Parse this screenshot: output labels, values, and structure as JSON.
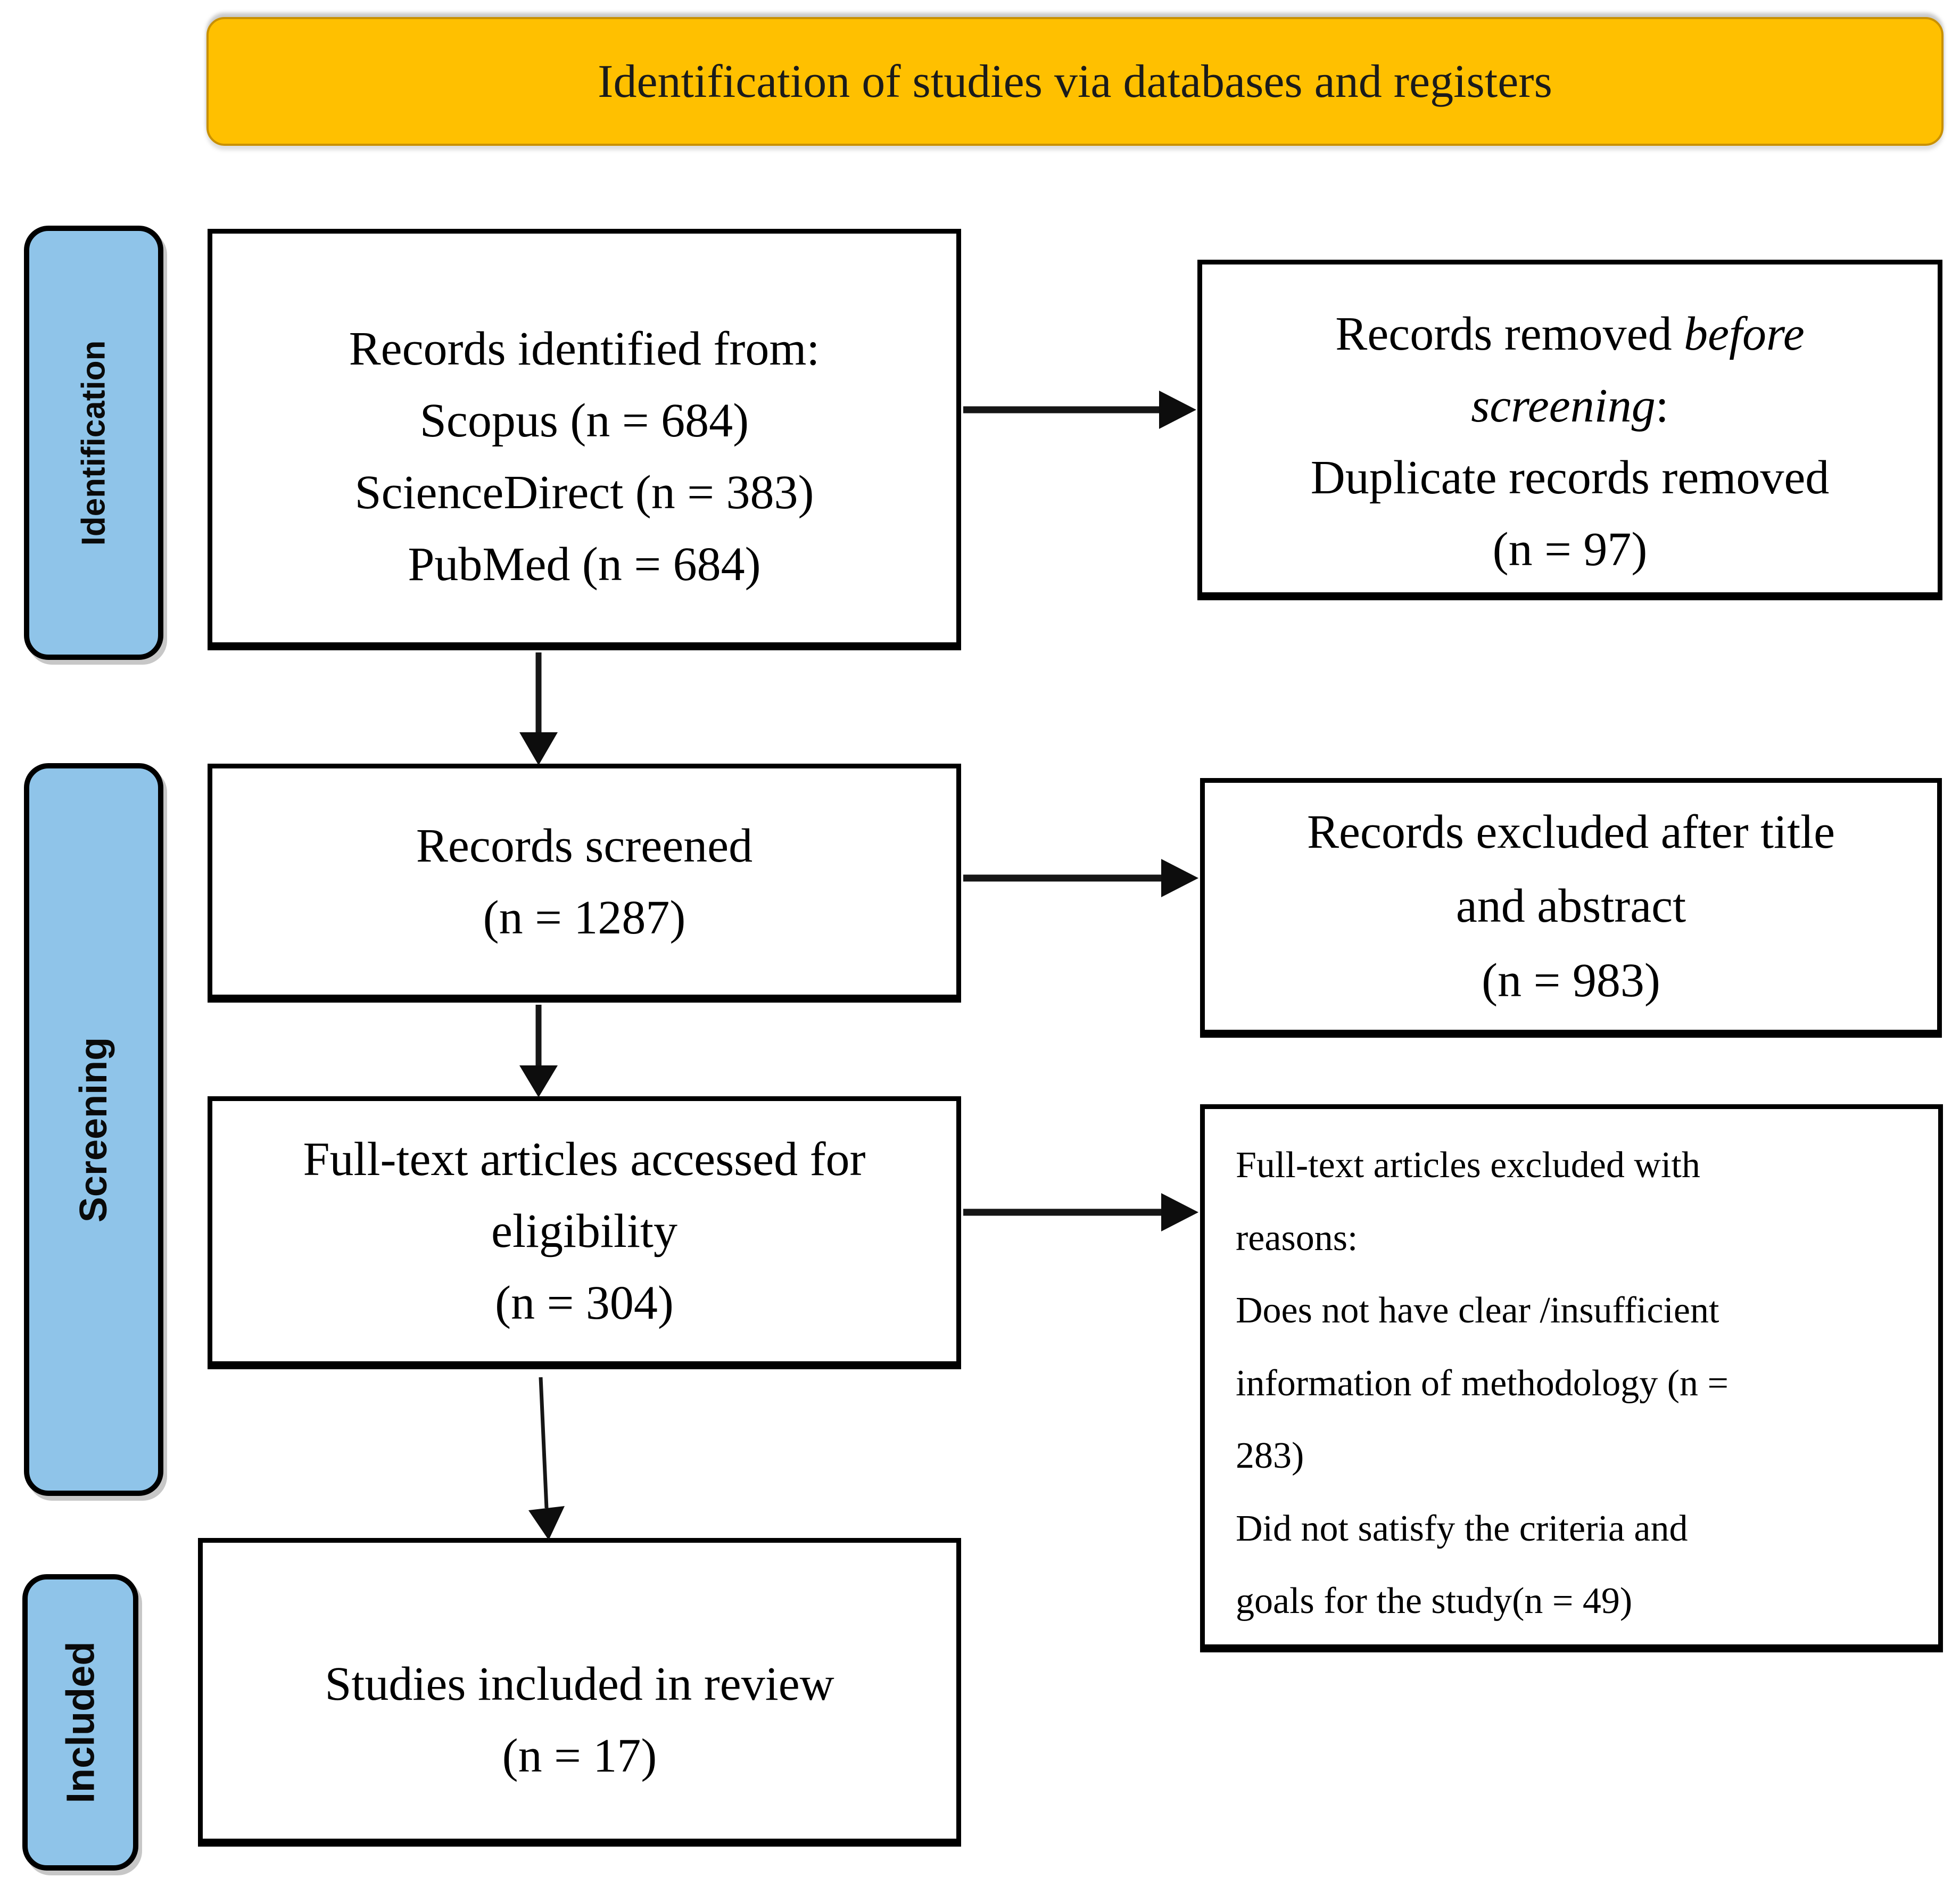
{
  "banner": {
    "title": "Identification of studies via databases and registers"
  },
  "sidebar": [
    {
      "label": "Identification"
    },
    {
      "label": "Screening"
    },
    {
      "label": "Included"
    }
  ],
  "boxes": {
    "records_identified": {
      "lines": [
        "Records identified from:",
        "Scopus (n = 684)",
        "ScienceDirect (n = 383)",
        "PubMed (n = 684)"
      ]
    },
    "records_screened": {
      "lines": [
        "Records screened",
        "(n = 1287)"
      ]
    },
    "fulltext_assessed": {
      "lines": [
        "Full-text articles accessed for",
        "eligibility",
        "(n = 304)"
      ]
    },
    "studies_included": {
      "lines": [
        "Studies included in review",
        "(n = 17)"
      ]
    },
    "removed_before_screening": {
      "line1_normal": "Records removed ",
      "line1_italic": "before",
      "line2_italic": "screening",
      "line2_normal": ":",
      "line3": "Duplicate records removed",
      "line4": "(n = 97)"
    },
    "excluded_title_abstract": {
      "lines": [
        "Records excluded after title",
        "and abstract",
        "(n = 983)"
      ]
    },
    "fulltext_excluded": {
      "lines": [
        "Full-text articles excluded with",
        "reasons:",
        "Does not have clear /insufficient",
        "information of methodology (n =",
        "283)",
        "Did not satisfy the criteria and",
        "goals for the study(n = 49)"
      ]
    }
  },
  "colors": {
    "banner_fill": "#FFC000",
    "banner_border": "#C99000",
    "stage_fill": "#8FC4E9",
    "box_border": "#000000",
    "text": "#000000"
  }
}
